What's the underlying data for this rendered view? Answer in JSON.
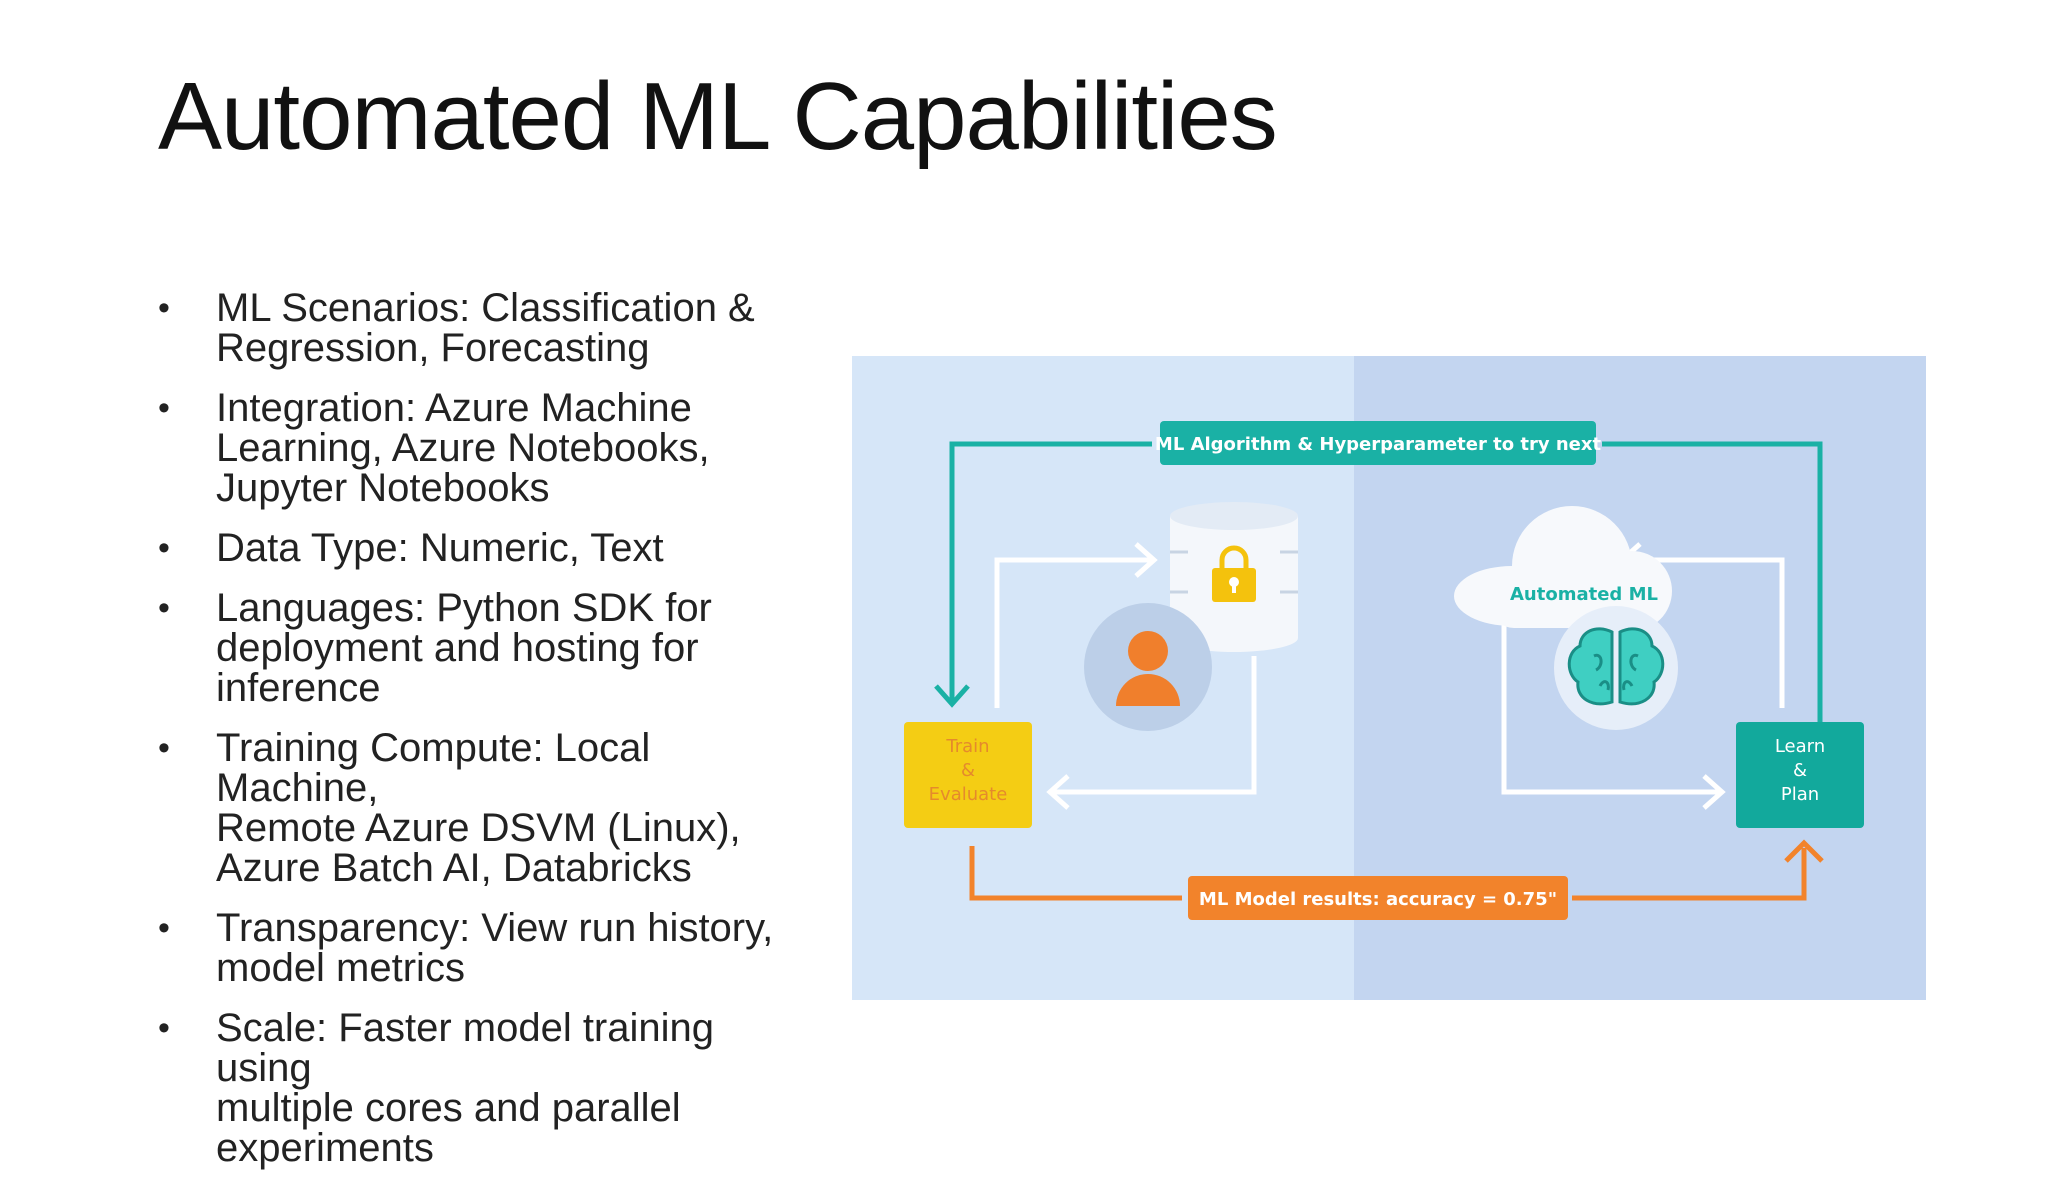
{
  "slide": {
    "title": "Automated ML Capabilities"
  },
  "bullets": [
    {
      "lines": [
        "ML Scenarios: Classification &",
        "Regression, Forecasting"
      ]
    },
    {
      "lines": [
        "Integration: Azure Machine",
        "Learning, Azure Notebooks,",
        "Jupyter Notebooks"
      ]
    },
    {
      "lines": [
        "Data Type: Numeric, Text"
      ]
    },
    {
      "lines": [
        "Languages: Python SDK for",
        "deployment and hosting for",
        "inference"
      ]
    },
    {
      "lines": [
        "Training Compute: Local Machine,",
        "Remote Azure DSVM (Linux),",
        "Azure Batch AI, Databricks"
      ]
    },
    {
      "lines": [
        "Transparency: View run history,",
        "model metrics"
      ]
    },
    {
      "lines": [
        "Scale: Faster model training using",
        "multiple cores and parallel",
        "experiments"
      ]
    }
  ],
  "diagram": {
    "top_label": "ML Algorithm & Hyperparameter to try next",
    "bottom_label": "ML Model results: accuracy = 0.75\"",
    "cloud_label": "Automated ML",
    "train_box": {
      "line1": "Train",
      "line2": "&",
      "line3": "Evaluate"
    },
    "learn_box": {
      "line1": "Learn",
      "line2": "&",
      "line3": "Plan"
    },
    "icons": {
      "database": "database-lock-icon",
      "person": "person-icon",
      "cloud": "cloud-icon",
      "brain": "brain-icon"
    },
    "colors": {
      "left_bg": "#d4e4f8",
      "right_bg": "#c3d5f0",
      "teal": "#1ab1a5",
      "orange": "#f2832b",
      "yellow": "#f4cd14"
    }
  }
}
